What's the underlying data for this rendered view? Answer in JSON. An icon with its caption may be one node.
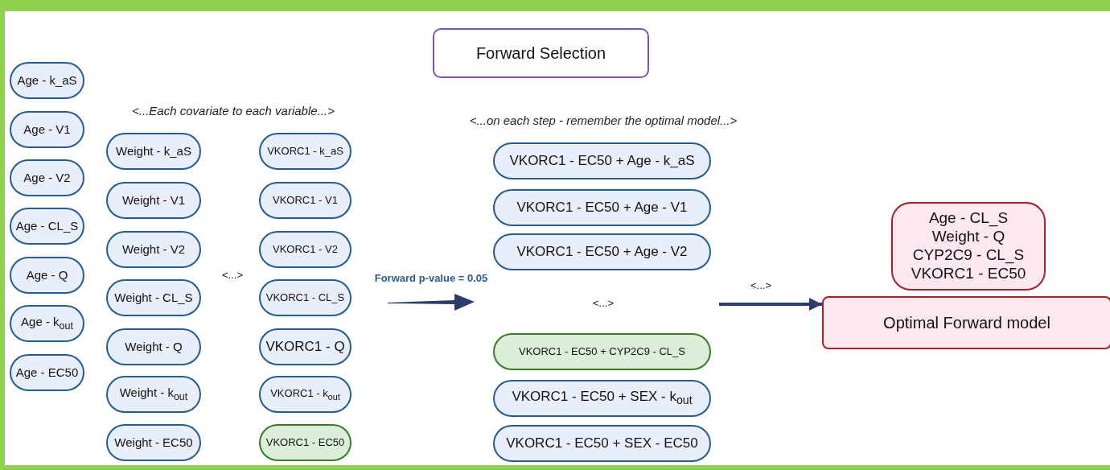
{
  "diagram": {
    "nodes": [
      {
        "text": [
          "Forward Selection"
        ]
      },
      {
        "text": [
          "Age - k_aS"
        ]
      },
      {
        "text": [
          "Age - V1"
        ]
      },
      {
        "text": [
          "Age - V2"
        ]
      },
      {
        "text": [
          "Age - CL_S"
        ]
      },
      {
        "text": [
          "Age - Q"
        ]
      },
      {
        "text": [
          "Age - k$_{out}$"
        ]
      },
      {
        "text": [
          "Age - EC50"
        ]
      },
      {
        "text": [
          "Weight - k_aS"
        ]
      },
      {
        "text": [
          "Weight - V1"
        ]
      },
      {
        "text": [
          "Weight - V2"
        ]
      },
      {
        "text": [
          "Weight - CL_S"
        ]
      },
      {
        "text": [
          "Weight - Q"
        ]
      },
      {
        "text": [
          "Weight - k$_{out}$"
        ]
      },
      {
        "text": [
          "Weight - EC50"
        ]
      },
      {
        "text": [
          "VKORC1 - k_aS"
        ]
      },
      {
        "text": [
          "VKORC1 - V1"
        ]
      },
      {
        "text": [
          "VKORC1 - V2"
        ]
      },
      {
        "text": [
          "VKORC1 - CL_S"
        ]
      },
      {
        "text": [
          "VKORC1 - Q"
        ]
      },
      {
        "text": [
          "VKORC1 - k$_{out}$"
        ]
      },
      {
        "text": [
          "VKORC1 - EC50"
        ]
      },
      {
        "text": [
          "VKORC1 - EC50 + Age - k_aS"
        ]
      },
      {
        "text": [
          "VKORC1 - EC50 + Age - V1"
        ]
      },
      {
        "text": [
          "VKORC1 - EC50 + Age - V2"
        ]
      },
      {
        "text": [
          "VKORC1 - EC50 + CYP2C9 - CL_S"
        ]
      },
      {
        "text": [
          "VKORC1 - EC50 + SEX - k$_{out}$"
        ]
      },
      {
        "text": [
          "VKORC1 - EC50 + SEX - EC50"
        ]
      },
      {
        "text": [
          "Age - CL_S",
          "Weight - Q",
          "CYP2C9 - CL_S",
          "VKORC1 - EC50"
        ]
      },
      {
        "text": [
          "Optimal Forward model"
        ]
      }
    ],
    "edges": [
      {
        "from": null,
        "to": 29,
        "arrow": "to"
      }
    ],
    "labels": [
      "<...Each covariate to each variable...>",
      "<...>",
      "Forward p-value = 0.05",
      "<...on each step - remember the optimal model...>",
      "<...>",
      "<...>"
    ]
  }
}
